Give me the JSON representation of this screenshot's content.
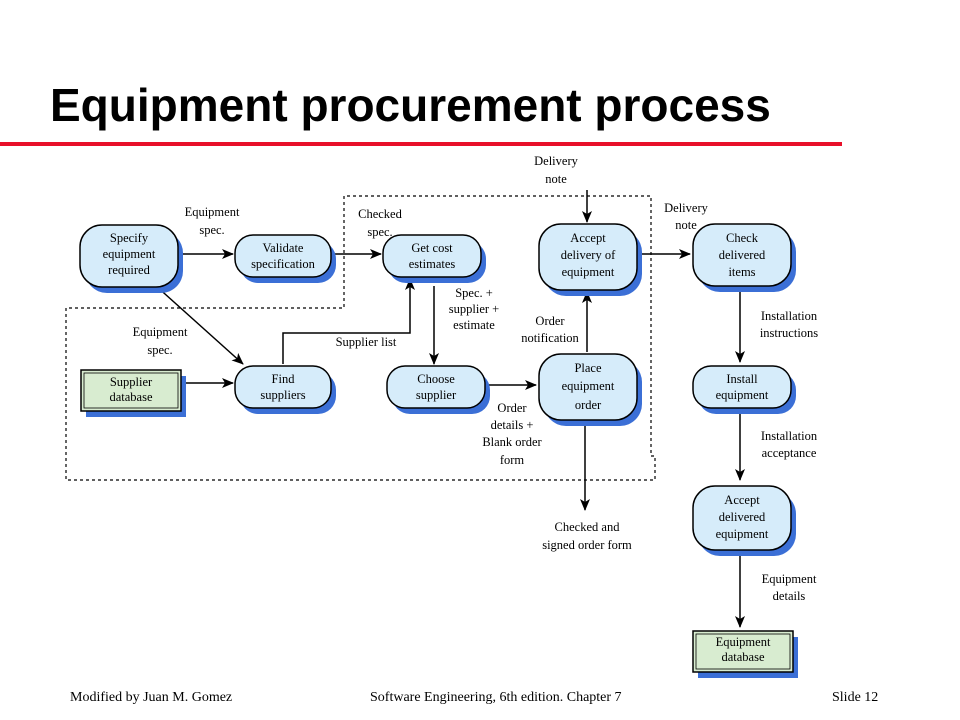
{
  "slide": {
    "title": "Equipment procurement process",
    "footer_left": "Modified by Juan M. Gomez",
    "footer_center": "Software Engineering, 6th edition. Chapter 7",
    "footer_right": "Slide  12"
  },
  "colors": {
    "title_rule": "#e8102a",
    "process_fill": "#d6ecfa",
    "process_shadow": "#3b6fd6",
    "store_fill": "#d8ecd0",
    "store_shadow": "#3b6fd6"
  },
  "processes": {
    "specify": [
      "Specify",
      "equipment",
      "required"
    ],
    "validate": [
      "Validate",
      "specification"
    ],
    "get_cost": [
      "Get cost",
      "estimates"
    ],
    "accept_delivery": [
      "Accept",
      "delivery of",
      "equipment"
    ],
    "check": [
      "Check",
      "delivered",
      "items"
    ],
    "find": [
      "Find",
      "suppliers"
    ],
    "choose": [
      "Choose",
      "supplier"
    ],
    "place": [
      "Place",
      "equipment",
      "order"
    ],
    "install": [
      "Install",
      "equipment"
    ],
    "accept_delivered": [
      "Accept",
      "delivered",
      "equipment"
    ]
  },
  "stores": {
    "supplier_db": [
      "Supplier",
      "database"
    ],
    "equipment_db": [
      "Equipment",
      "database"
    ]
  },
  "labels": {
    "equipment_spec_1": [
      "Equipment",
      "spec."
    ],
    "checked_spec": [
      "Checked",
      "spec."
    ],
    "delivery_note_1": [
      "Delivery",
      "note"
    ],
    "delivery_note_2": [
      "Delivery",
      "note"
    ],
    "equipment_spec_2": [
      "Equipment",
      "spec."
    ],
    "supplier_list": [
      "Supplier list"
    ],
    "spec_supplier_estimate": [
      "Spec. +",
      "supplier +",
      "estimate"
    ],
    "order_notification": [
      "Order",
      "notification"
    ],
    "order_details": [
      "Order",
      "details +",
      "Blank order",
      "form"
    ],
    "checked_signed": [
      "Checked and",
      "signed order form"
    ],
    "installation_instructions": [
      "Installation",
      "instructions"
    ],
    "installation_acceptance": [
      "Installation",
      "acceptance"
    ],
    "equipment_details": [
      "Equipment",
      "details"
    ]
  }
}
